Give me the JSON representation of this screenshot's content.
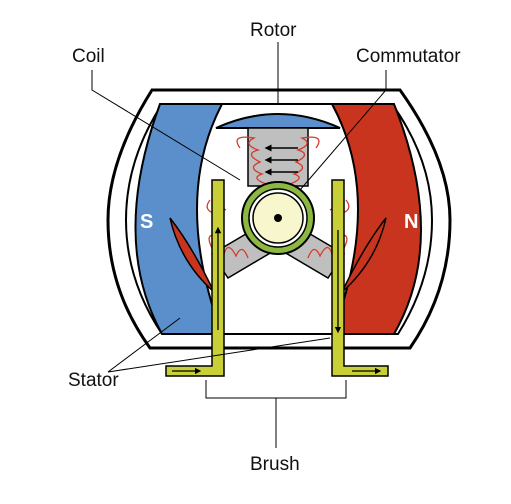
{
  "labels": {
    "rotor": "Rotor",
    "coil": "Coil",
    "commutator": "Commutator",
    "stator": "Stator",
    "brush": "Brush",
    "south_pole": "S",
    "north_pole": "N"
  },
  "colors": {
    "south_magnet": "#5b8fcb",
    "north_magnet": "#c8341d",
    "armature": "#bfbfbf",
    "coil": "#d43b2b",
    "commutator": "#8cb842",
    "brush": "#c9cf37",
    "shaft": "#f7f6cc",
    "housing_outline": "#000000"
  }
}
